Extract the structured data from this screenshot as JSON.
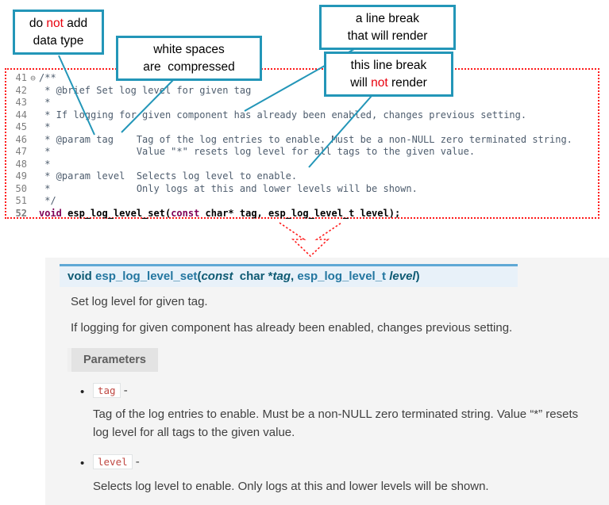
{
  "colors": {
    "callout_border": "#2396b8",
    "leader_line": "#2396b8",
    "annotation_red": "#e8000d",
    "code_snippet_border": "#ff1a1a",
    "code_comment": "#4e5d6e",
    "code_keyword": "#7f0055",
    "docs_panel_bg": "#f4f4f4",
    "signature_bar_bg": "#e8f1f9",
    "signature_bar_border": "#5fa8d5",
    "literal_red": "#bf4741"
  },
  "callouts": {
    "box1": {
      "t1": "do ",
      "t2": "not",
      "t3": " add",
      "line2": "data type"
    },
    "box2": {
      "line1": "white spaces",
      "line2": "are  compressed"
    },
    "box3": {
      "line1": "a line break",
      "line2": "that will render"
    },
    "box4": {
      "line1": "this line break",
      "t1": "will ",
      "t2": "not",
      "t3": " render"
    }
  },
  "code": {
    "lines": [
      {
        "num": "41",
        "fold": "⊖",
        "text": "/**"
      },
      {
        "num": "42",
        "fold": "",
        "text": " * @brief Set log level for given tag"
      },
      {
        "num": "43",
        "fold": "",
        "text": " *"
      },
      {
        "num": "44",
        "fold": "",
        "text": " * If logging for given component has already been enabled, changes previous setting."
      },
      {
        "num": "45",
        "fold": "",
        "text": " *"
      },
      {
        "num": "46",
        "fold": "",
        "text": " * @param tag    Tag of the log entries to enable. Must be a non-NULL zero terminated string."
      },
      {
        "num": "47",
        "fold": "",
        "text": " *               Value \"*\" resets log level for all tags to the given value."
      },
      {
        "num": "48",
        "fold": "",
        "text": " *"
      },
      {
        "num": "49",
        "fold": "",
        "text": " * @param level  Selects log level to enable."
      },
      {
        "num": "50",
        "fold": "",
        "text": " *               Only logs at this and lower levels will be shown."
      },
      {
        "num": "51",
        "fold": "",
        "text": " */"
      },
      {
        "num": "52",
        "fold": "",
        "parts": {
          "kw1": "void",
          "mid": " esp_log_level_set(",
          "kw2": "const",
          "rest": " char* tag, esp_log_level_t level);"
        }
      }
    ]
  },
  "docs": {
    "signature": {
      "kw1": "void ",
      "name": "esp_log_level_set",
      "open": "(",
      "kw2": "const",
      "sep": "  char *",
      "arg1": "tag",
      "comma": ", ",
      "type2": "esp_log_level_t",
      "arg2": " level",
      "close": ")"
    },
    "p1": "Set log level for given tag.",
    "p2": "If logging for given component has already been enabled, changes previous setting.",
    "parameters_label": "Parameters",
    "bullet_glyph": "•",
    "items": [
      {
        "name": "tag",
        "dash": " -",
        "desc": "Tag of the log entries to enable. Must be a non-NULL zero terminated string. Value “*” resets log level for all tags to the given value."
      },
      {
        "name": "level",
        "dash": " -",
        "desc": "Selects log level to enable. Only logs at this and lower levels will be shown."
      }
    ]
  }
}
